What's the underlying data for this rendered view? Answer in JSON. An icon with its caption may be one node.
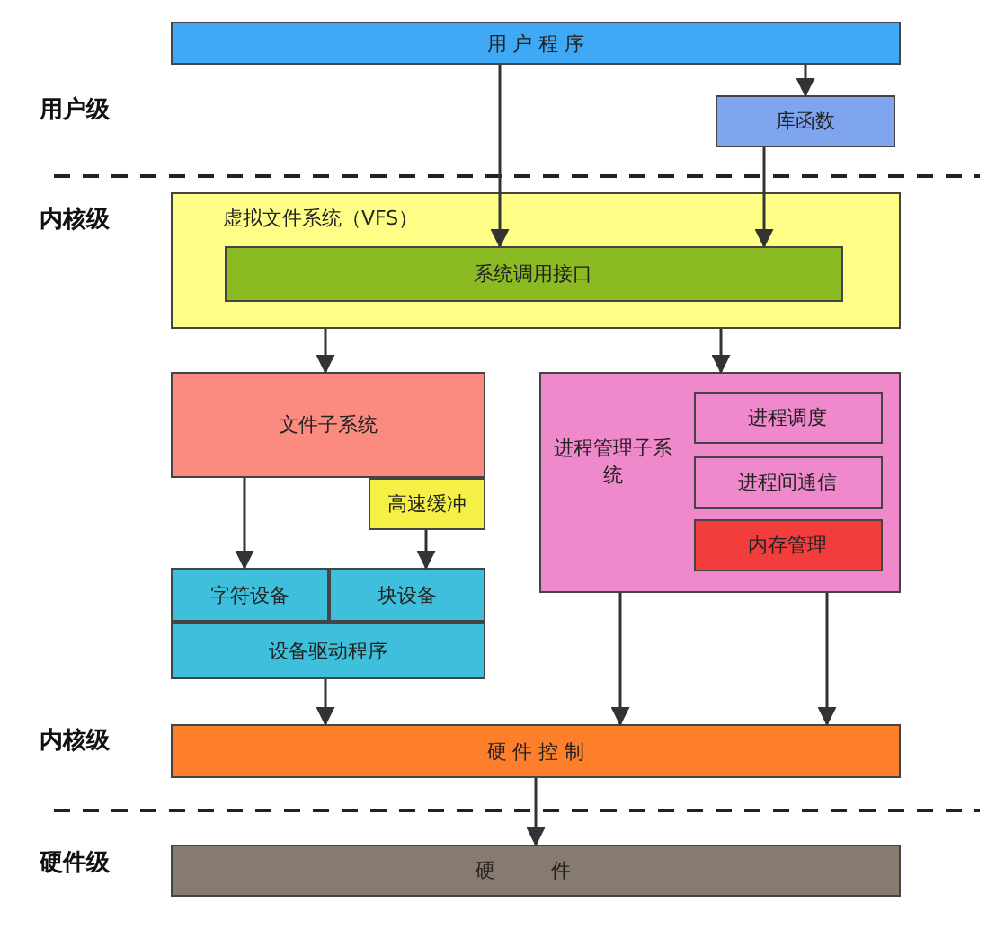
{
  "diagram": {
    "nodes": [
      {
        "text": [
          "用 户 程 序"
        ]
      },
      {
        "text": [
          "库函数"
        ]
      },
      {
        "text": [
          "虚拟文件系统（VFS）"
        ]
      },
      {
        "text": [
          "系统调用接口"
        ],
        "in": 2
      },
      {
        "text": [
          "文件子系统"
        ]
      },
      {
        "text": [
          "高速缓冲"
        ]
      },
      {
        "text": [
          "进程管理子系统"
        ]
      },
      {
        "text": [
          "进程调度"
        ],
        "in": 6
      },
      {
        "text": [
          "进程间通信"
        ],
        "in": 6
      },
      {
        "text": [
          "内存管理"
        ],
        "in": 6
      },
      {
        "text": [
          "字符设备"
        ]
      },
      {
        "text": [
          "块设备"
        ]
      },
      {
        "text": [
          "设备驱动程序"
        ]
      },
      {
        "text": [
          "硬 件 控 制"
        ]
      },
      {
        "text": [
          "硬 件"
        ]
      }
    ],
    "edges": [
      {
        "from": 0,
        "to": 1,
        "arrow": "to"
      },
      {
        "from": 0,
        "to": 3,
        "arrow": "to"
      },
      {
        "from": 1,
        "to": 3,
        "arrow": "to"
      },
      {
        "from": 2,
        "to": 4,
        "arrow": "to"
      },
      {
        "from": 2,
        "to": 6,
        "arrow": "to"
      },
      {
        "from": 4,
        "to": 10,
        "arrow": "to"
      },
      {
        "from": 5,
        "to": 11,
        "arrow": "to"
      },
      {
        "from": 12,
        "to": 13,
        "arrow": "to"
      },
      {
        "from": 6,
        "to": 13,
        "arrow": "to"
      },
      {
        "from": 6,
        "to": 13,
        "arrow": "to"
      },
      {
        "from": 13,
        "to": 14,
        "arrow": "to"
      }
    ],
    "labels": [
      "用户级",
      "内核级",
      "内核级",
      "硬件级"
    ]
  }
}
